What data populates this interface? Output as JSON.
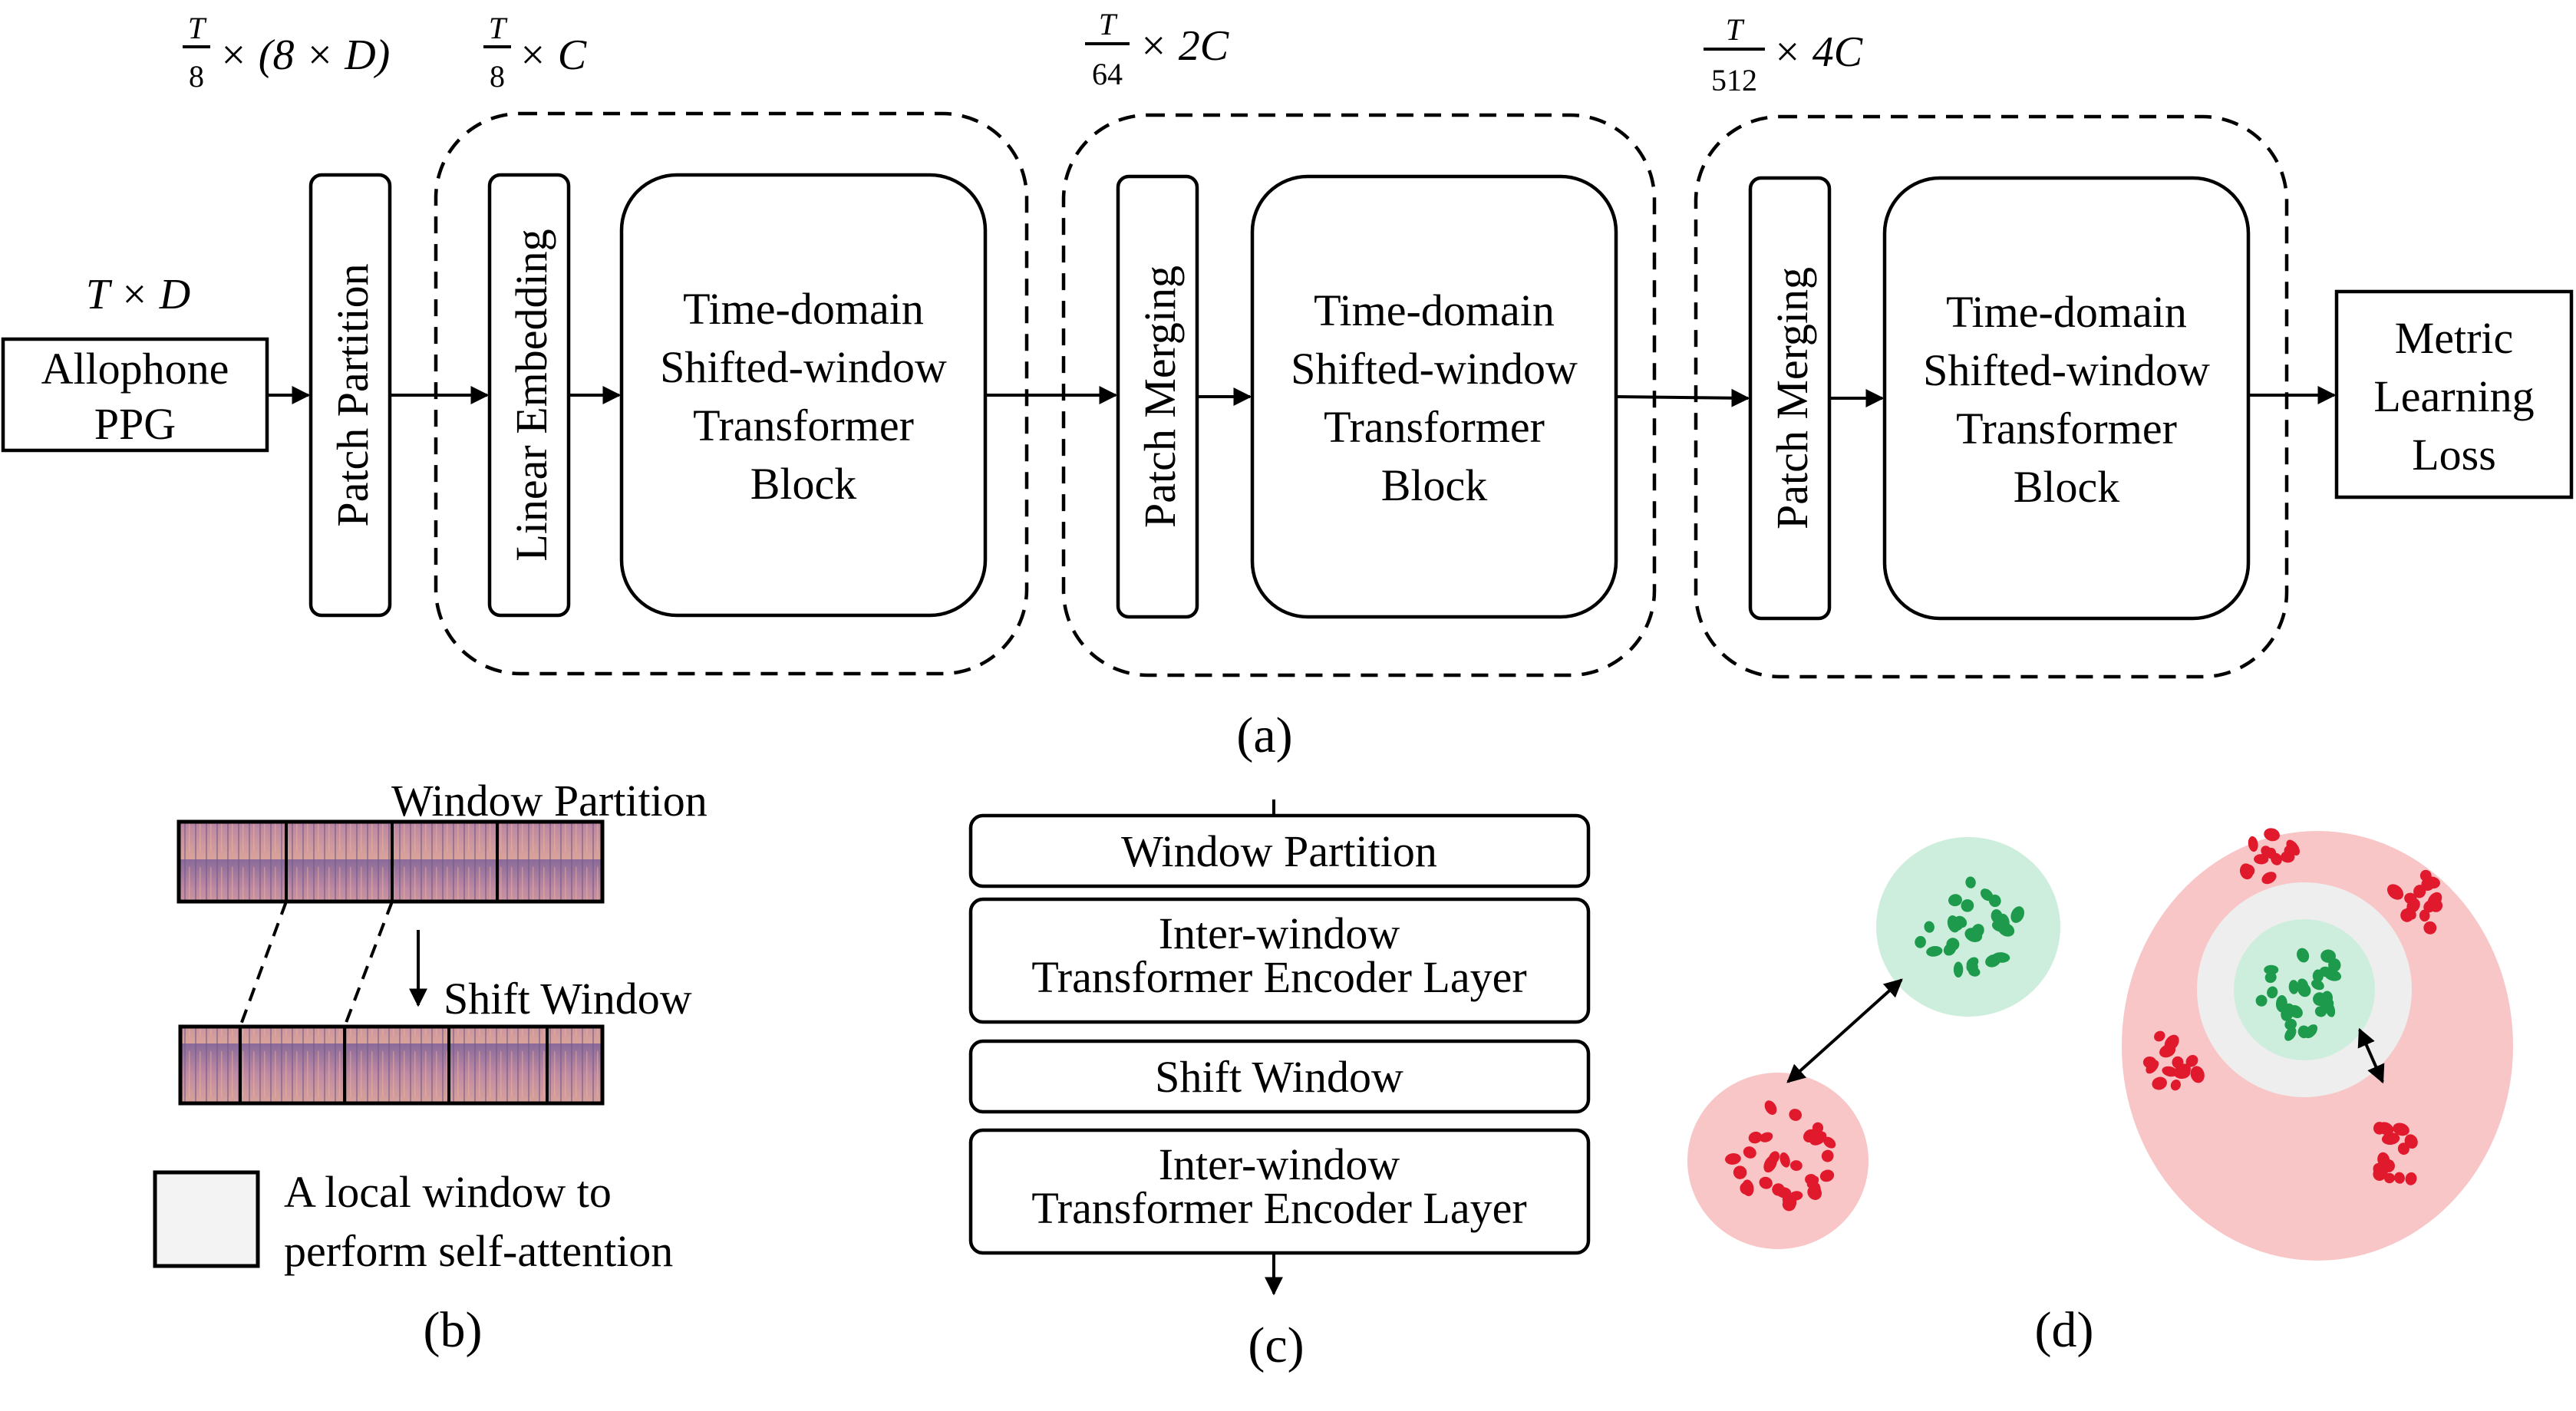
{
  "panel_a": {
    "caption": "(a)",
    "input_dim": "T × D",
    "input_label": [
      "Allophone",
      "PPG"
    ],
    "patch_partition": "Patch Partition",
    "linear_embedding": "Linear Embedding",
    "patch_merging_1": "Patch Merging",
    "patch_merging_2": "Patch Merging",
    "transformer_block_1": [
      "Time-domain",
      "Shifted-window",
      "Transformer",
      "Block"
    ],
    "transformer_block_2": [
      "Time-domain",
      "Shifted-window",
      "Transformer",
      "Block"
    ],
    "transformer_block_3": [
      "Time-domain",
      "Shifted-window",
      "Transformer",
      "Block"
    ],
    "output_label": [
      "Metric",
      "Learning",
      "Loss"
    ],
    "dim_1": {
      "num": "T",
      "den": "8",
      "rest": "× (8 × D)"
    },
    "dim_2": {
      "num": "T",
      "den": "8",
      "rest": "× C"
    },
    "dim_3": {
      "num": "T",
      "den": "64",
      "rest": "× 2C"
    },
    "dim_4": {
      "num": "T",
      "den": "512",
      "rest": "× 4C"
    }
  },
  "panel_b": {
    "caption": "(b)",
    "window_partition": "Window Partition",
    "shift_window": "Shift Window",
    "legend": [
      "A local window to",
      "perform self-attention"
    ]
  },
  "panel_c": {
    "caption": "(c)",
    "layers": [
      [
        "Window Partition"
      ],
      [
        "Inter-window",
        "Transformer Encoder Layer"
      ],
      [
        "Shift Window"
      ],
      [
        "Inter-window",
        "Transformer Encoder Layer"
      ]
    ]
  },
  "panel_d": {
    "caption": "(d)"
  },
  "colors": {
    "green_cluster_bg": "#cdeedd",
    "green_dot": "#1e9a4c",
    "red_cluster_bg": "#f8c6c6",
    "red_dot": "#e0192d",
    "margin_ring": "#eeeeee",
    "spectrogram": "#b688a6"
  }
}
